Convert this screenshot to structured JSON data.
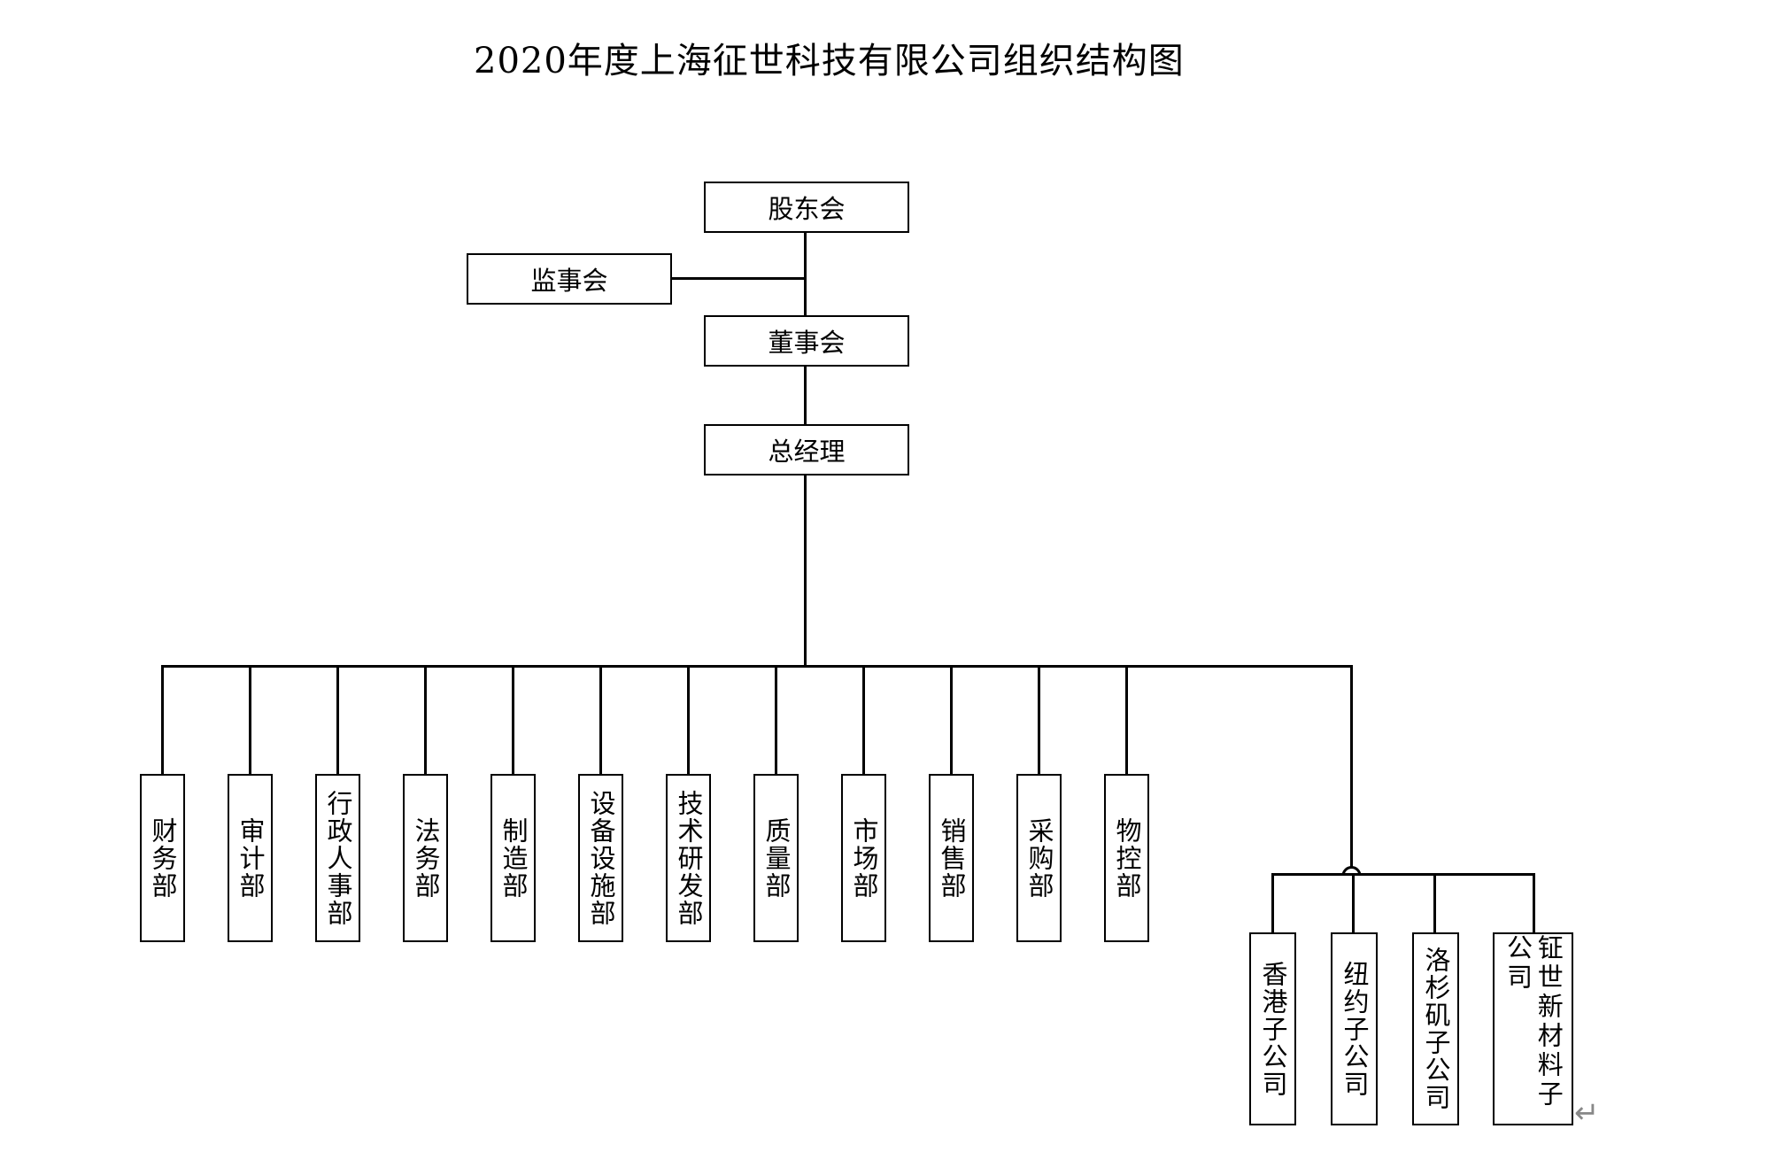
{
  "title": "2020年度上海征世科技有限公司组织结构图",
  "nodes": {
    "shareholders": "股东会",
    "supervisors": "监事会",
    "board": "董事会",
    "gm": "总经理"
  },
  "departments": [
    "财务部",
    "审计部",
    "行政人事部",
    "法务部",
    "制造部",
    "设备设施部",
    "技术研发部",
    "质量部",
    "市场部",
    "销售部",
    "采购部",
    "物控部"
  ],
  "subsidiaries": [
    "香港子公司",
    "纽约子公司",
    "洛杉矶子公司",
    "钲世新材料子公司"
  ],
  "return_mark": "↵"
}
